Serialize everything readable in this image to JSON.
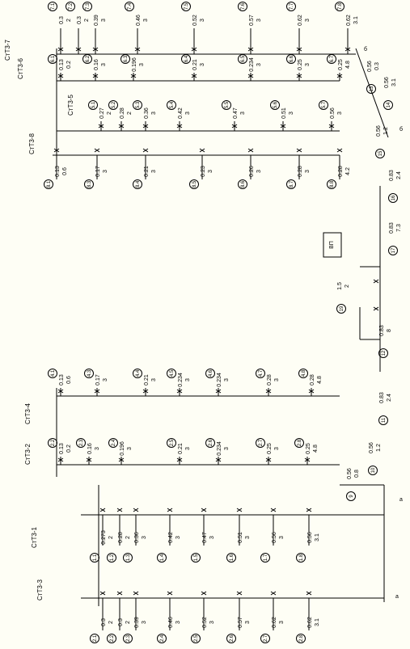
{
  "risers_bottom": [
    {
      "id": "st3-3",
      "label": "СтТ3-3",
      "pipes": [
        "0.3 2",
        "0.3 2",
        "0.39 3",
        "0.46 3",
        "0.52 3",
        "0.57 3",
        "0.62 3",
        "0.62 3.1"
      ],
      "nodes": [
        "2.1",
        "2.2",
        "2.3",
        "2.4",
        "2.5",
        "2.6",
        "2.7",
        "2.8"
      ]
    },
    {
      "id": "st3-1",
      "label": "СтТ3-1",
      "pipes": [
        "0.273 2",
        "0.28 2",
        "0.36 3",
        "0.42 3",
        "0.47 3",
        "0.51 3",
        "0.56 3",
        "0.56 3.1"
      ],
      "nodes": [
        "1.1",
        "1.2",
        "1.3",
        "1.4",
        "1.5",
        "1.6",
        "1.7",
        "1.8"
      ]
    },
    {
      "id": "st3-2",
      "label": "СтТ3-2",
      "pipes": [
        "0.13 0.2",
        "0.16 3",
        "0.196 3",
        "0.21 3",
        "0.234 3",
        "0.25 3",
        "0.25 4.8"
      ],
      "nodes": [
        "2.2",
        "2.3",
        "2.4",
        "2.5",
        "2.6",
        "2.7",
        "2.8"
      ]
    },
    {
      "id": "st3-4",
      "label": "СтТ3-4",
      "pipes": [
        "0.13 0.6",
        "0.17 3",
        "0.21 3",
        "0.234 3",
        "0.234 3",
        "0.28 3",
        "0.28 4.8"
      ],
      "nodes": [
        "4.1",
        "4.3",
        "4.4",
        "4.5",
        "4.6",
        "4.7",
        "4.8"
      ]
    }
  ],
  "risers_top": [
    {
      "id": "st3-7",
      "label": "СтТ3-7",
      "pipes": [
        "0.3 2",
        "0.3 2",
        "0.39 3",
        "0.46 3",
        "0.52 3",
        "0.57 3",
        "0.62 3",
        "0.62 3.1"
      ],
      "nodes": [
        "7.1",
        "7.2",
        "7.3",
        "7.4",
        "7.5",
        "7.6",
        "7.7",
        "7.8"
      ]
    },
    {
      "id": "st3-6",
      "label": "СтТ3-6",
      "pipes": [
        "0.13 0.2",
        "0.16 3",
        "0.196 3",
        "0.21 3",
        "0.234 3",
        "0.25 3",
        "0.25 4.8"
      ],
      "nodes": [
        "6.1",
        "6.2",
        "6.3",
        "6.4",
        "6.5",
        "6.6",
        "6.7"
      ]
    },
    {
      "id": "st3-5",
      "label": "СтТ3-5",
      "pipes": [
        "0.27 2",
        "0.28 2",
        "0.36 3",
        "0.42 3",
        "0.47 3",
        "0.51 3",
        "0.56 3"
      ],
      "nodes": [
        "5.1",
        "5.2",
        "5.3",
        "5.4",
        "5.5",
        "5.6",
        "5.7"
      ]
    },
    {
      "id": "st3-8",
      "label": "СтТ3-8",
      "pipes": [
        "0.13 0.6",
        "0.17 3",
        "0.21 3",
        "0.23 3",
        "0.26 3",
        "0.28 3",
        "0.28 4.2"
      ],
      "nodes": [
        "8.1",
        "8.3",
        "8.4",
        "8.5",
        "8.6",
        "8.7",
        "8.8"
      ]
    }
  ],
  "trunk": [
    {
      "node": "9",
      "pipe": "0.56 0.8"
    },
    {
      "node": "10",
      "pipe": "0.56 1.2"
    },
    {
      "node": "11",
      "pipe": "0.83 2.4"
    },
    {
      "node": "12",
      "pipe": "0.83 8"
    },
    {
      "node": "13",
      "pipe": "0.56 0.3"
    },
    {
      "node": "14",
      "pipe": "0.56 3.1"
    },
    {
      "node": "15",
      "pipe": "0.56 1.2"
    },
    {
      "node": "16",
      "pipe": "0.83 2.4"
    },
    {
      "node": "17",
      "pipe": "0.83 7.3"
    },
    {
      "node": "19",
      "pipe": "1.5 2"
    }
  ],
  "misc": {
    "heater": "ВП",
    "pt_a": "a",
    "pt_b": "б"
  }
}
